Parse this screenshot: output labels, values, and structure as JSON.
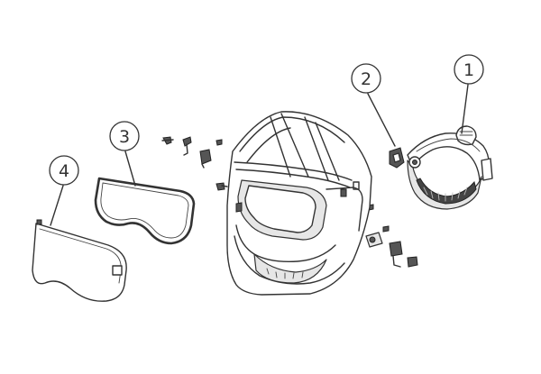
{
  "diagram": {
    "callouts": [
      {
        "id": "1",
        "label": "1"
      },
      {
        "id": "2",
        "label": "2"
      },
      {
        "id": "3",
        "label": "3"
      },
      {
        "id": "4",
        "label": "4"
      }
    ],
    "parts": [
      "headgear",
      "adjustment-knob",
      "inner-cover-lens",
      "outer-cover-lens",
      "helmet-shell",
      "small-hardware"
    ]
  }
}
